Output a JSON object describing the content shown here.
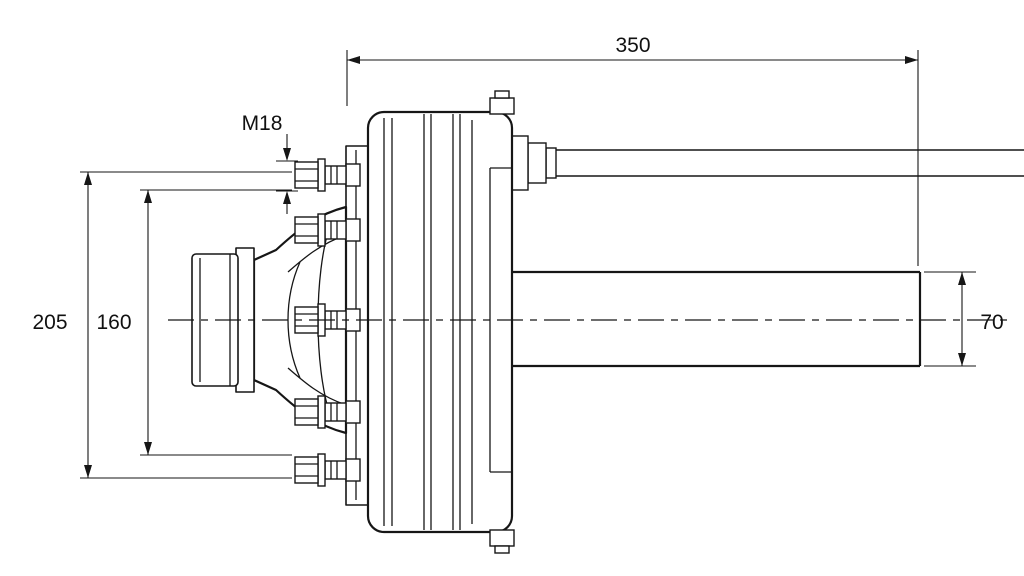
{
  "colors": {
    "line": "#161616",
    "background": "#ffffff"
  },
  "dimensions": {
    "overall_length": "350",
    "stud_thread": "M18",
    "flange_diameter": "205",
    "bolt_circle_diameter": "160",
    "axle_section_height": "70"
  }
}
